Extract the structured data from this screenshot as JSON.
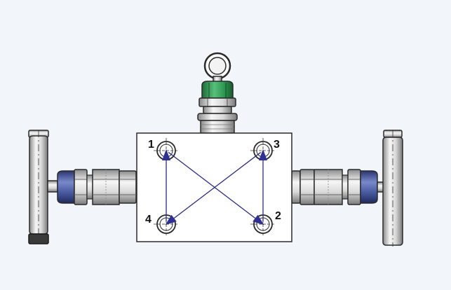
{
  "diagram": {
    "ports": [
      {
        "id": "1",
        "label": "1"
      },
      {
        "id": "2",
        "label": "2"
      },
      {
        "id": "3",
        "label": "3"
      },
      {
        "id": "4",
        "label": "4"
      }
    ],
    "flows": [
      {
        "from": "4",
        "to": "1"
      },
      {
        "from": "2",
        "to": "3"
      },
      {
        "from": "1",
        "to": "2"
      },
      {
        "from": "3",
        "to": "4"
      }
    ]
  },
  "colors": {
    "background": "#f2f6fb",
    "arrow": "#2b2d8a",
    "arrowhead": "#2e3192",
    "valve_top_green": "#2e9a52",
    "fitting_blue": "#4a5da4",
    "outline": "#2a2a2a"
  },
  "icons": {
    "top_valve": "gauge-ring-valve-icon",
    "left_valve": "handle-valve-left-icon",
    "right_valve": "handle-valve-right-icon"
  }
}
